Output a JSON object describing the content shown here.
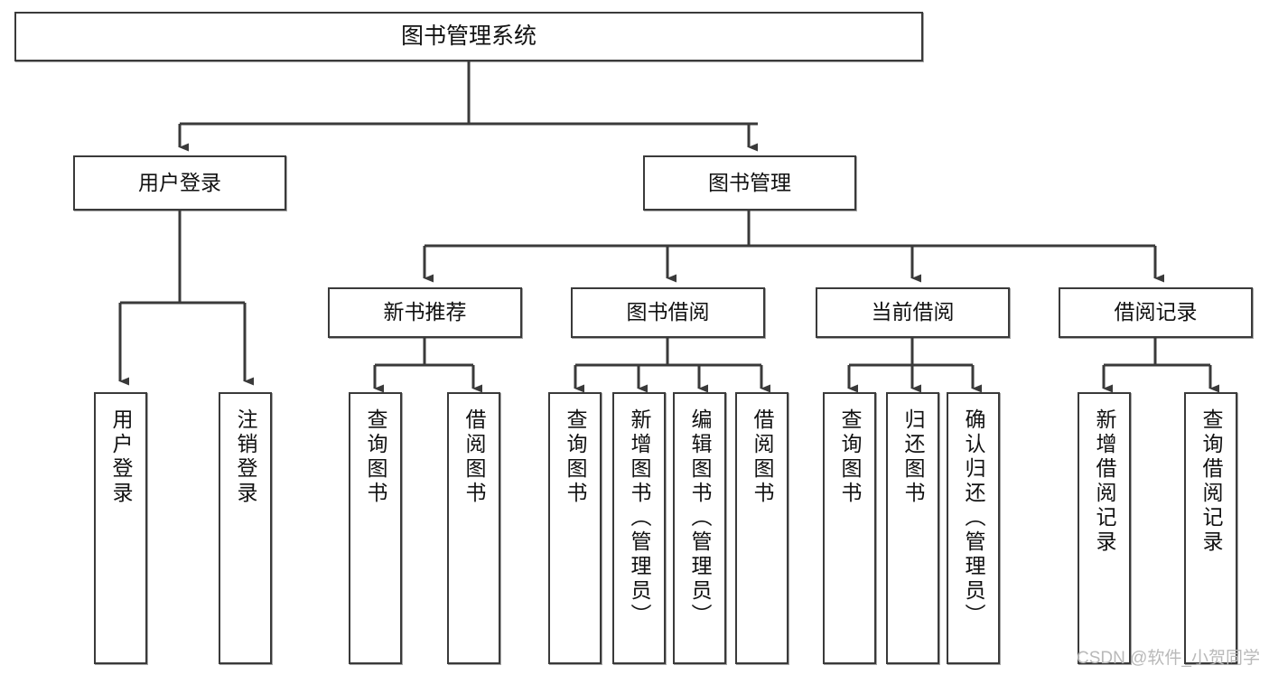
{
  "diagram": {
    "type": "tree",
    "title": "图书管理系统",
    "root": {
      "label": "图书管理系统"
    },
    "level2": [
      {
        "label": "用户登录"
      },
      {
        "label": "图书管理"
      }
    ],
    "level3": [
      {
        "label": "新书推荐"
      },
      {
        "label": "图书借阅"
      },
      {
        "label": "当前借阅"
      },
      {
        "label": "借阅记录"
      }
    ],
    "leaves": {
      "user_login": [
        {
          "label": "用户登录"
        },
        {
          "label": "注销登录"
        }
      ],
      "new_book_recommend": [
        {
          "label": "查询图书"
        },
        {
          "label": "借阅图书"
        }
      ],
      "book_borrow": [
        {
          "label": "查询图书"
        },
        {
          "label": "新增图书（管理员）"
        },
        {
          "label": "编辑图书（管理员）"
        },
        {
          "label": "借阅图书"
        }
      ],
      "current_borrow": [
        {
          "label": "查询图书"
        },
        {
          "label": "归还图书"
        },
        {
          "label": "确认归还（管理员）"
        }
      ],
      "borrow_record": [
        {
          "label": "新增借阅记录"
        },
        {
          "label": "查询借阅记录"
        }
      ]
    }
  },
  "watermark": {
    "text": "CSDN @软件_小贺同学"
  },
  "colors": {
    "stroke": "#3a3a3a",
    "background": "#ffffff",
    "text": "#111111",
    "watermark": "#b9b9b9"
  }
}
